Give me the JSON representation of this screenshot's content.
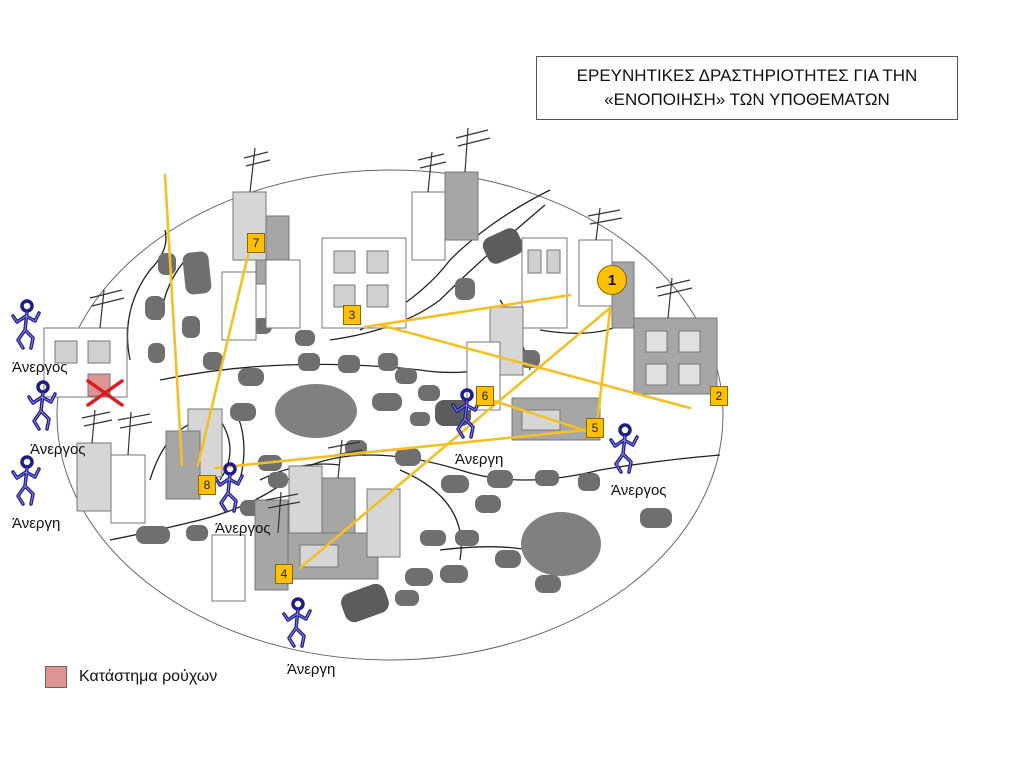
{
  "title": {
    "line1": "ΕΡΕΥΝΗΤΙΚΕΣ ΔΡΑΣΤΗΡΙΟΤΗΤΕΣ ΓΙΑ ΤΗΝ",
    "line2": "«ΕΝΟΠΟΙΗΣΗ» ΤΩΝ ΥΠΟΘΕΜΑΤΩΝ"
  },
  "sites": [
    "1",
    "2",
    "3",
    "4",
    "5",
    "6",
    "7",
    "8"
  ],
  "people": [
    "Άνεργος",
    "Άνεργος",
    "Άνεργη",
    "Άνεργος",
    "Άνεργη",
    "Άνεργος",
    "Άνεργη"
  ],
  "legend": {
    "label": "Κατάστημα ρούχων"
  },
  "colors": {
    "route": "#f4c026",
    "marker": "#ffc000",
    "person": "#1c1c8a",
    "store": "#d99694",
    "cross": "#e01b1b"
  }
}
